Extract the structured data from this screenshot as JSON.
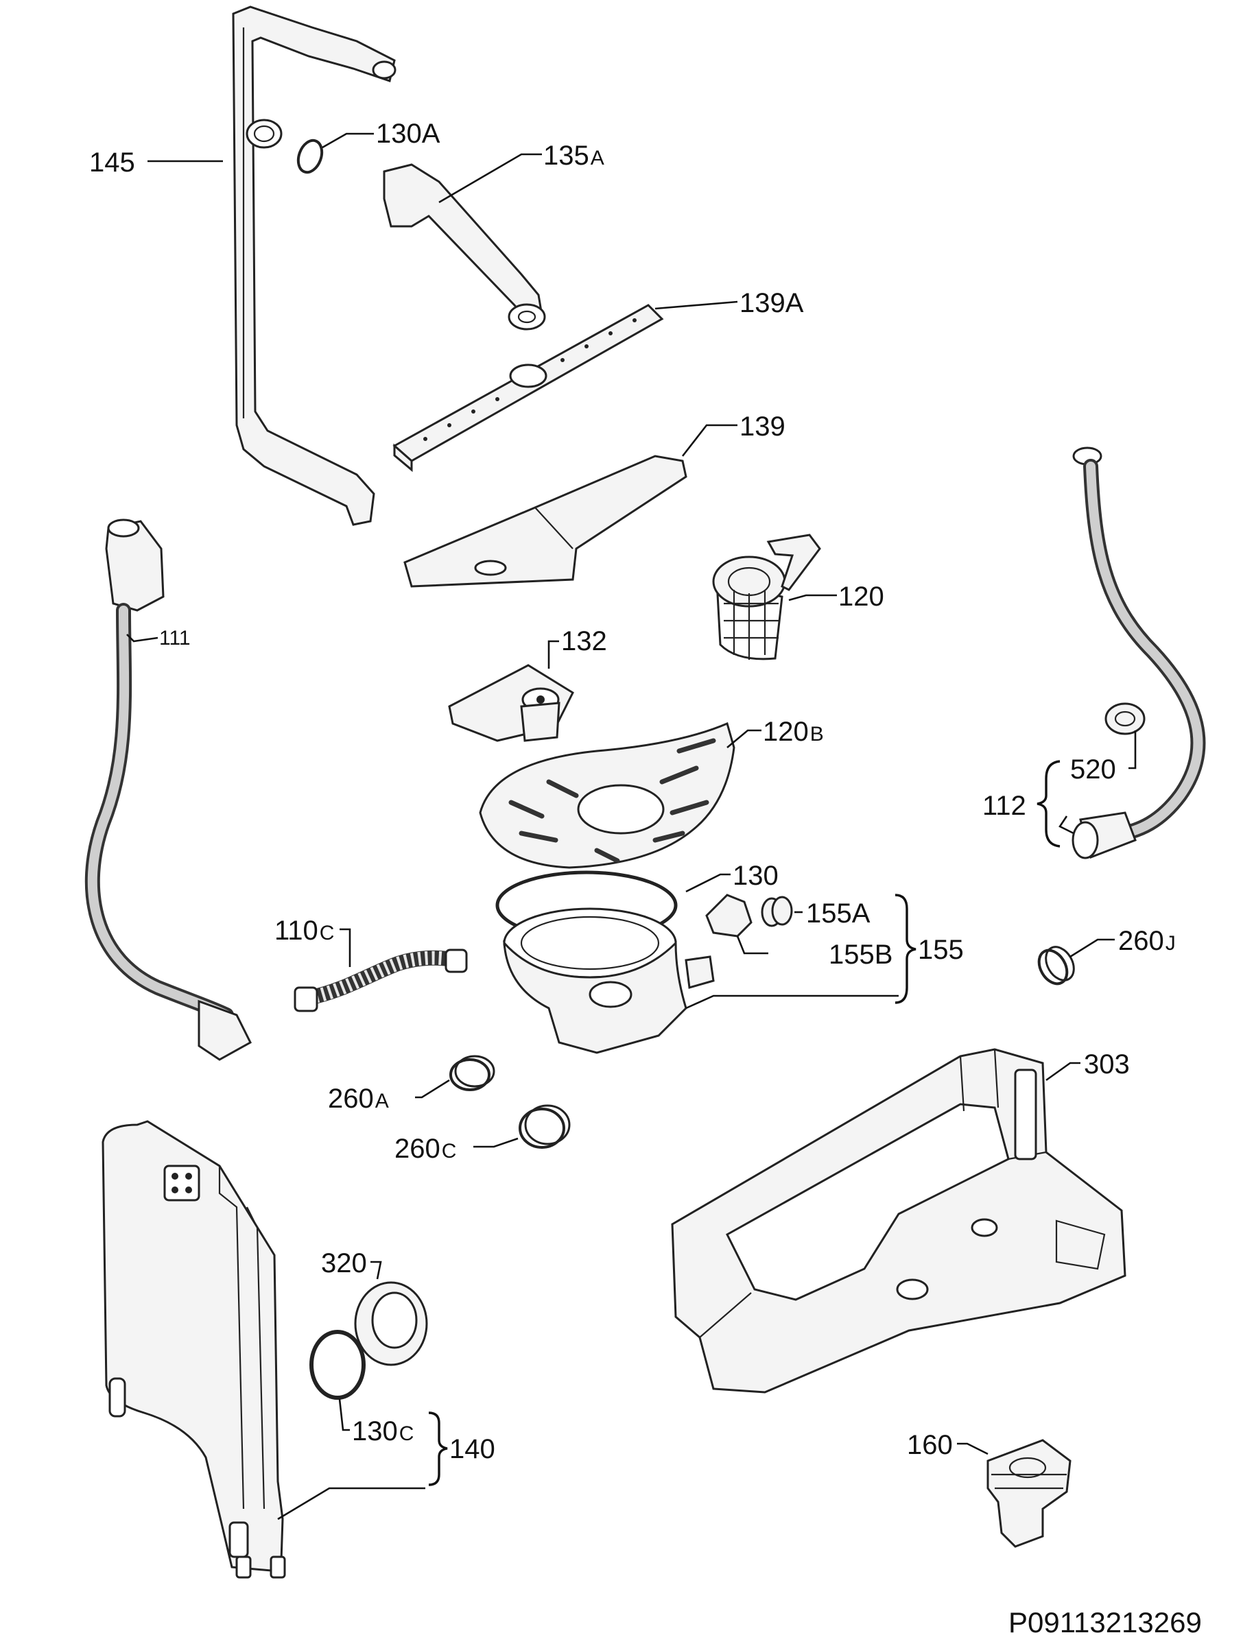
{
  "callouts": {
    "c145": "145",
    "c130A": "130A",
    "c135A_main": "135",
    "c135A_sub": "A",
    "c139A": "139A",
    "c139": "139",
    "c111": "111",
    "c120": "120",
    "c132": "132",
    "c120B_main": "120",
    "c120B_sub": "B",
    "c520": "520",
    "c112": "112",
    "c130": "130",
    "c155A": "155A",
    "c155B": "155B",
    "c155": "155",
    "c110C_main": "110",
    "c110C_sub": "C",
    "c260J_main": "260",
    "c260J_sub": "J",
    "c303": "303",
    "c260A_main": "260",
    "c260A_sub": "A",
    "c260C_main": "260",
    "c260C_sub": "C",
    "c320": "320",
    "c130C_main": "130",
    "c130C_sub": "C",
    "c140": "140",
    "c160": "160"
  },
  "drawing_code": "P09113213269"
}
